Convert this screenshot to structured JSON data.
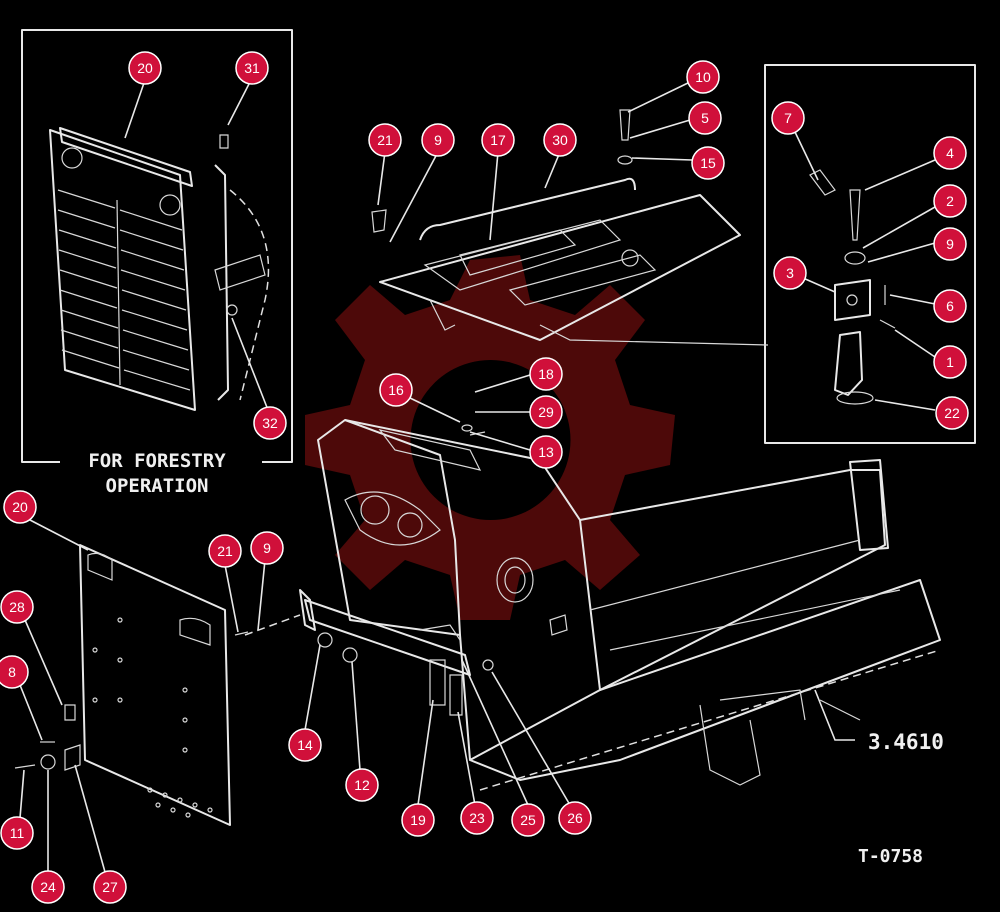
{
  "diagram": {
    "inset_label_line1": "FOR FORESTRY",
    "inset_label_line2": "OPERATION",
    "reference_number": "3.4610",
    "figure_number": "T-0758",
    "colors": {
      "callout_fill": "#d0103a",
      "background": "#000000",
      "line": "#e8e8e8"
    }
  },
  "callouts": [
    "20",
    "31",
    "32",
    "21",
    "9",
    "17",
    "30",
    "10",
    "5",
    "15",
    "7",
    "4",
    "2",
    "9",
    "3",
    "6",
    "1",
    "22",
    "18",
    "16",
    "29",
    "13",
    "20",
    "21",
    "9",
    "28",
    "8",
    "11",
    "24",
    "27",
    "14",
    "12",
    "19",
    "23",
    "25",
    "26"
  ]
}
